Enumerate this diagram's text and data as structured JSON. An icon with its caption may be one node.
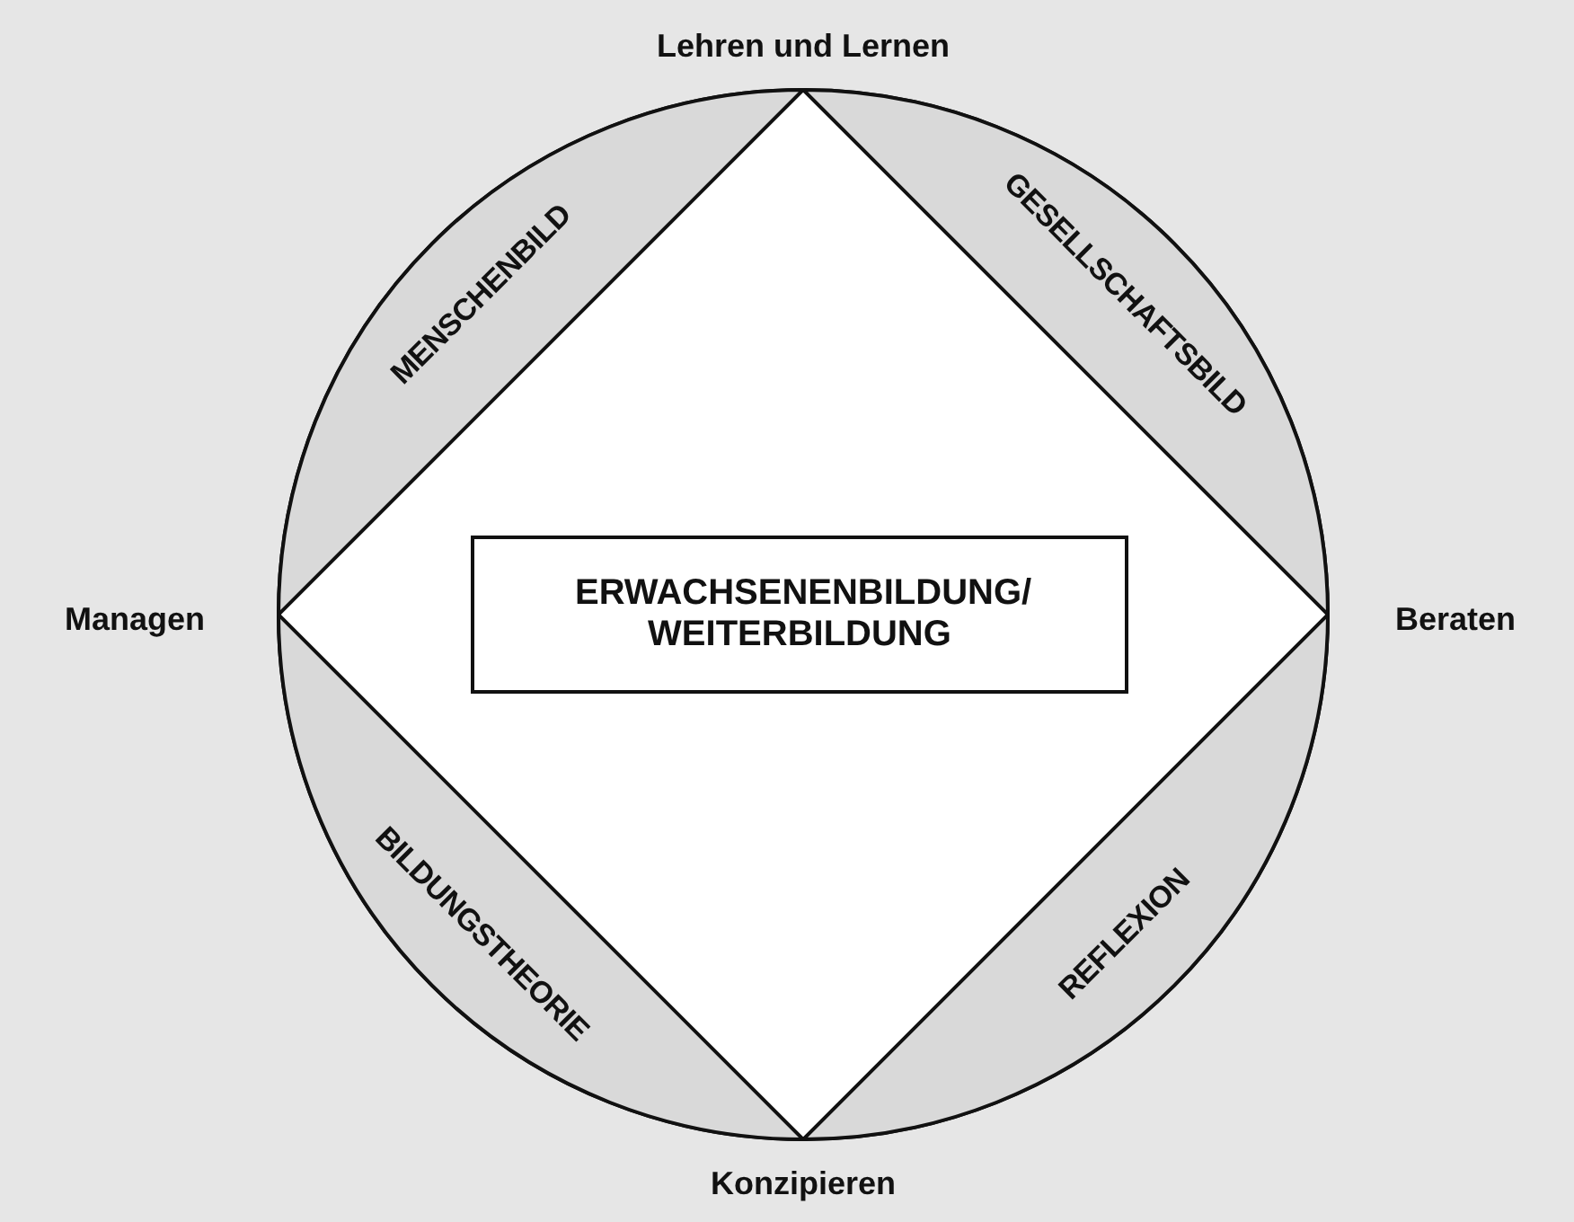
{
  "diagram": {
    "nodes": [
      {
        "text": [
          "MENSCHENBILD"
        ]
      },
      {
        "text": [
          "GESELLSCHAFTSBILD"
        ]
      },
      {
        "text": [
          "BILDUNGSTHEORIE"
        ]
      },
      {
        "text": [
          "REFLEXION"
        ]
      },
      {
        "text": [
          "ERWACHSENENBILDUNG/ WEITERBILDUNG"
        ]
      }
    ],
    "labels": [
      "Lehren und Lernen",
      "Managen",
      "Beraten",
      "Konzipieren"
    ]
  }
}
